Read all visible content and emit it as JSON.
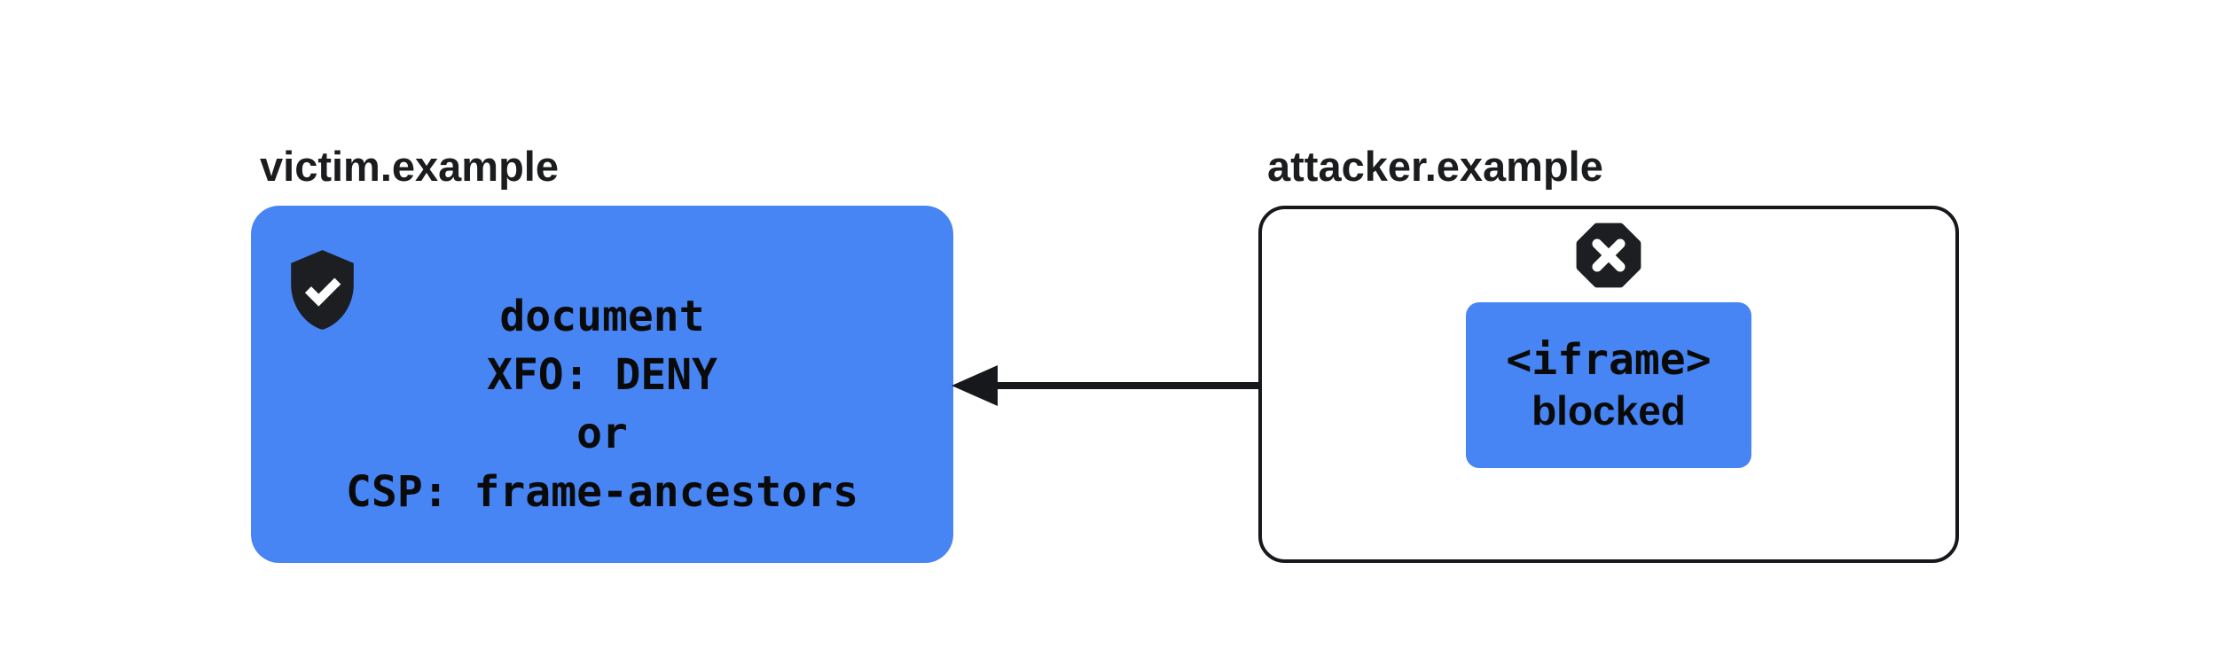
{
  "colors": {
    "blue": "#4685f3",
    "dark": "#16181c",
    "label_text": "#1b1c1e",
    "box_text": "#0a0a0a",
    "icon_fill": "#1c1e22",
    "background": "#ffffff"
  },
  "victim": {
    "label": "victim.example",
    "shield_icon": "shield-check",
    "lines": [
      "document",
      "XFO: DENY",
      "or",
      "CSP: frame-ancestors"
    ]
  },
  "attacker": {
    "label": "attacker.example",
    "blocked_icon": "octagon-x",
    "iframe": {
      "tag": "<iframe>",
      "status": "blocked"
    }
  },
  "arrow": {
    "direction": "right-to-left",
    "from": "attacker iframe",
    "to": "victim document"
  }
}
